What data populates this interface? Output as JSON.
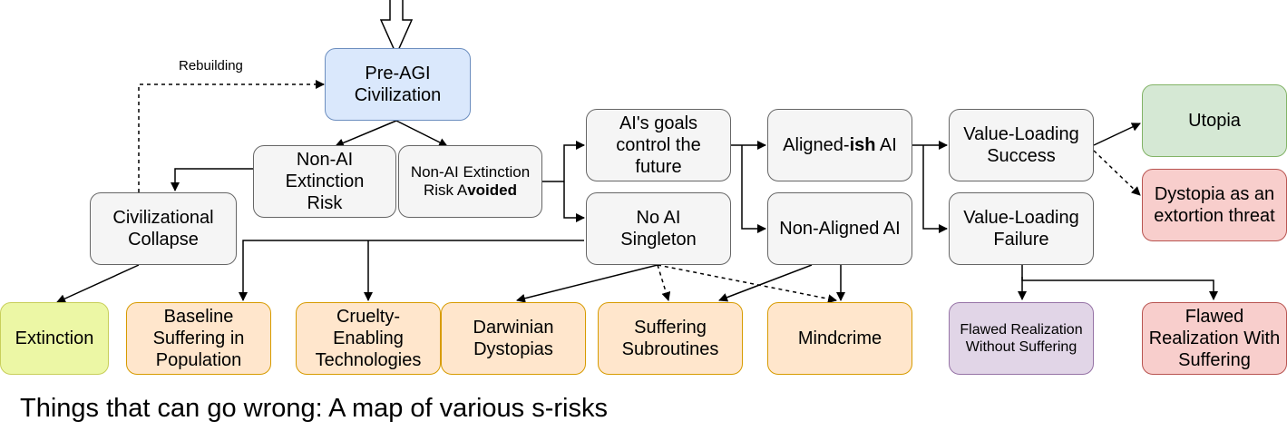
{
  "nodes": {
    "pre_agi": "Pre-AGI Civilization",
    "non_ai_risk": "Non-AI Extinction Risk",
    "non_ai_avoided_pre": "Non-AI Extinction Risk A",
    "non_ai_avoided_bold": "voided",
    "civ_collapse": "Civilizational Collapse",
    "ai_goals": "AI's goals control the future",
    "no_ai_singleton": "No AI Singleton",
    "aligned_pre": "Aligned-",
    "aligned_bold": "ish",
    "aligned_post": " AI",
    "non_aligned": "Non-Aligned AI",
    "vl_success": "Value-Loading Success",
    "vl_failure": "Value-Loading Failure",
    "utopia": "Utopia",
    "dystopia_threat": "Dystopia as an extortion threat",
    "extinction": "Extinction",
    "baseline": "Baseline Suffering in Population",
    "cruelty": "Cruelty-Enabling Technologies",
    "darwinian": "Darwinian Dystopias",
    "subroutines": "Suffering Subroutines",
    "mindcrime": "Mindcrime",
    "flawed_without": "Flawed Realization Without Suffering",
    "flawed_with": "Flawed Realization With Suffering"
  },
  "edge_labels": {
    "rebuilding": "Rebuilding"
  },
  "caption": "Things that can go wrong: A map of various s-risks",
  "colors": {
    "grey": "#f5f5f5",
    "blue": "#dae8fc",
    "green": "#d5e8d4",
    "red": "#f8cecc",
    "orange": "#ffe6cc",
    "lime": "#ecf7a5",
    "purple": "#e1d5e7"
  }
}
